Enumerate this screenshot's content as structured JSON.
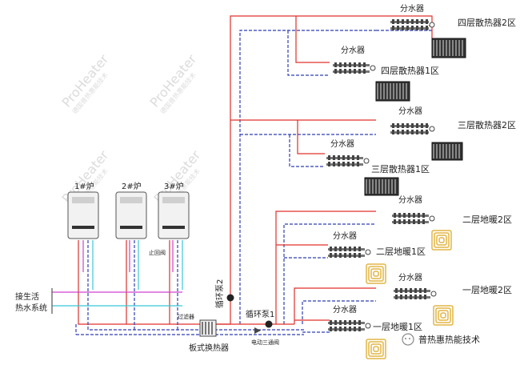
{
  "colors": {
    "supply": "#e0302a",
    "return": "#2f3fb5",
    "cold": "#38c8d8",
    "hot_aux": "#d040d0",
    "manifold": "#555555",
    "text": "#222222"
  },
  "boilers": {
    "b1": "1#炉",
    "b2": "2#炉",
    "b3": "3#炉"
  },
  "zones": {
    "f4z2": "四层散热器2区",
    "f4z1": "四层散热器1区",
    "f3z2": "三层散热器2区",
    "f3z1": "三层散热器1区",
    "f2z2": "二层地暖2区",
    "f2z1": "二层地暖1区",
    "f1z2": "一层地暖2区",
    "f1z1": "一层地暖1区"
  },
  "manifold_label": "分水器",
  "components": {
    "pump1": "循环泵1",
    "pump2": "循环泵2",
    "hx": "板式换热器",
    "valve3": "电动三通阀",
    "check_valve": "止回阀",
    "filter": "过滤器",
    "dhw_line1": "接生活",
    "dhw_line2": "热水系统"
  },
  "watermark": {
    "brand": "ProHeater",
    "cn": "德国普热惠能技术"
  },
  "logo_text": "普热惠热能技术"
}
